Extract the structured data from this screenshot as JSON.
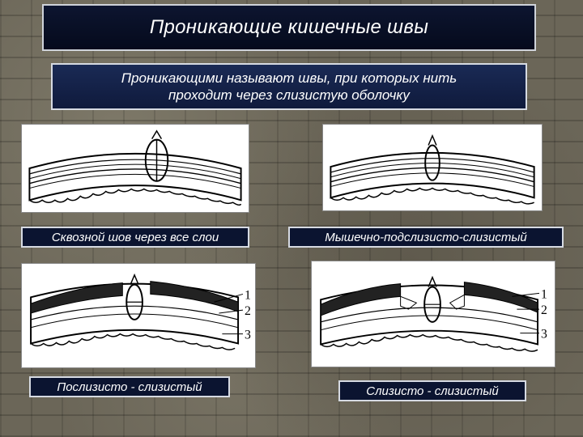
{
  "title": "Проникающие кишечные швы",
  "definition": "Проникающими называют швы, при которых нить\nпроходит через слизистую оболочку",
  "panels": [
    {
      "caption": "Сквозной шов через все слои"
    },
    {
      "caption": "Мышечно-подслизисто-слизистый"
    },
    {
      "caption": "Послизисто - слизистый",
      "labels": [
        "1",
        "2",
        "3"
      ]
    },
    {
      "caption": "Слизисто - слизистый",
      "labels": [
        "1",
        "2",
        "3"
      ]
    }
  ]
}
